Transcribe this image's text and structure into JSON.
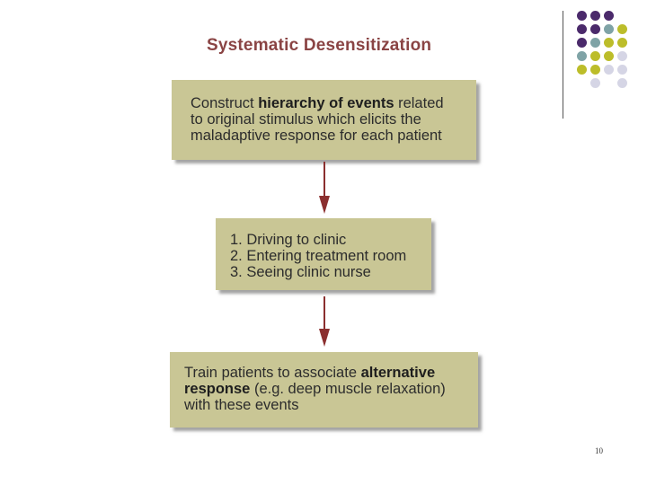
{
  "slide": {
    "title": "Systematic Desensitization",
    "page_number": "10"
  },
  "flow": {
    "step1": {
      "lines": [
        [
          "Construct ",
          "hierarchy of events",
          " related"
        ],
        [
          "to original stimulus which elicits the"
        ],
        [
          "maladaptive response for each patient"
        ]
      ]
    },
    "step2": {
      "items": [
        "1. Driving to clinic",
        "2. Entering treatment room",
        "3. Seeing clinic nurse"
      ]
    },
    "step3": {
      "lines": [
        [
          "Train patients to associate ",
          "alternative",
          ""
        ],
        [
          "response",
          " (e.g. deep muscle relaxation)"
        ],
        [
          "with these events"
        ]
      ]
    }
  },
  "colors": {
    "box_fill": "#c9c695",
    "arrow": "#8b2f2f",
    "title": "#8a4444",
    "dot_purple": "#4b2a6b",
    "dot_teal": "#7fa3a6",
    "dot_olive": "#bcbd2a",
    "dot_lavender": "#d5d5e5"
  },
  "decoration": {
    "dot_grid": [
      [
        "purple",
        "purple",
        "purple",
        "none"
      ],
      [
        "purple",
        "purple",
        "teal",
        "olive"
      ],
      [
        "purple",
        "teal",
        "olive",
        "olive"
      ],
      [
        "teal",
        "olive",
        "olive",
        "lavender"
      ],
      [
        "olive",
        "olive",
        "lavender",
        "lavender"
      ],
      [
        "none",
        "lavender",
        "none",
        "lavender"
      ]
    ]
  }
}
